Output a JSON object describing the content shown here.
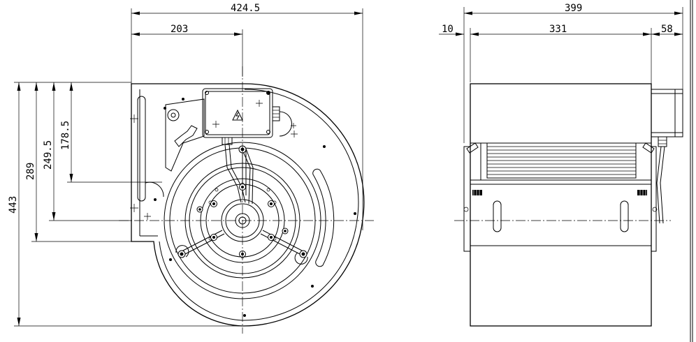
{
  "front_view": {
    "dim_total_width": "424.5",
    "dim_axis_offset": "203",
    "dim_total_height": "443",
    "dim_height_289": "289",
    "dim_height_249": "249.5",
    "dim_height_178": "178.5"
  },
  "side_view": {
    "dim_total_width": "399",
    "dim_left_flange": "10",
    "dim_body_width": "331",
    "dim_motor_box": "58"
  },
  "colors": {
    "line": "#000000",
    "background": "#ffffff"
  }
}
